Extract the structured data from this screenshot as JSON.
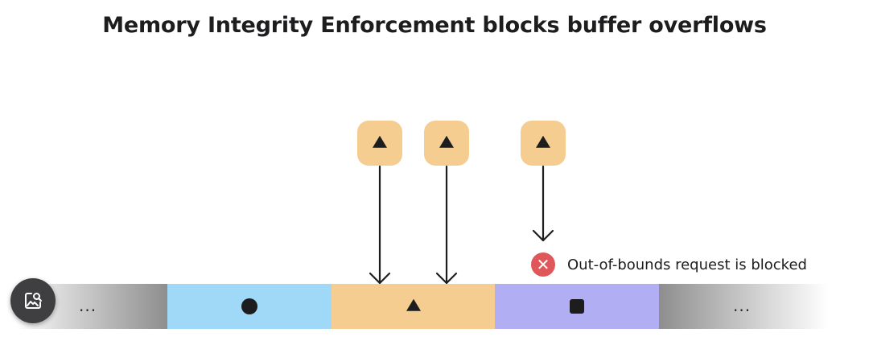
{
  "title": "Memory Integrity Enforcement blocks buffer overflows",
  "pointers": [
    {
      "tag": "triangle",
      "outcome": "allowed"
    },
    {
      "tag": "triangle",
      "outcome": "allowed"
    },
    {
      "tag": "triangle",
      "outcome": "blocked"
    }
  ],
  "memory_segments": [
    {
      "kind": "continuation",
      "label": "..."
    },
    {
      "kind": "allocation",
      "tag": "circle",
      "color": "#9fd9f7"
    },
    {
      "kind": "allocation",
      "tag": "triangle",
      "color": "#f5cd91"
    },
    {
      "kind": "allocation",
      "tag": "square",
      "color": "#b1aef3"
    },
    {
      "kind": "continuation",
      "label": "..."
    }
  ],
  "blocked_message": "Out-of-bounds request is blocked",
  "colors": {
    "tag_orange": "#f5cd91",
    "tag_blue": "#9fd9f7",
    "tag_purple": "#b1aef3",
    "blocked_red": "#e0575a",
    "ink": "#1d1d1f"
  },
  "icons": {
    "blocked": "x-circle-icon",
    "corner_button": "image-search-icon"
  }
}
